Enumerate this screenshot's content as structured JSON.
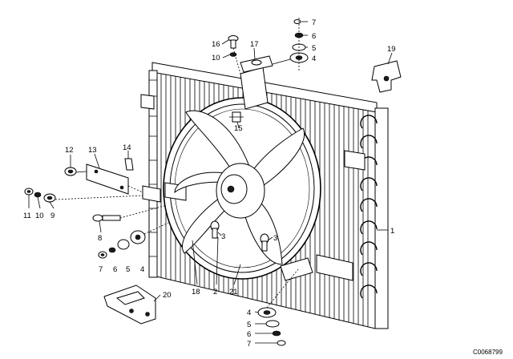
{
  "diagram": {
    "callouts": [
      {
        "id": "c-7-top",
        "text": "7"
      },
      {
        "id": "c-6-top",
        "text": "6"
      },
      {
        "id": "c-5-top",
        "text": "5"
      },
      {
        "id": "c-4-top",
        "text": "4"
      },
      {
        "id": "c-16",
        "text": "16"
      },
      {
        "id": "c-17",
        "text": "17"
      },
      {
        "id": "c-10-top",
        "text": "10"
      },
      {
        "id": "c-19",
        "text": "19"
      },
      {
        "id": "c-15",
        "text": "15"
      },
      {
        "id": "c-12",
        "text": "12"
      },
      {
        "id": "c-13",
        "text": "13"
      },
      {
        "id": "c-14",
        "text": "14"
      },
      {
        "id": "c-11",
        "text": "11"
      },
      {
        "id": "c-10-left",
        "text": "10"
      },
      {
        "id": "c-9",
        "text": "9"
      },
      {
        "id": "c-8",
        "text": "8"
      },
      {
        "id": "c-7-left",
        "text": "7"
      },
      {
        "id": "c-6-left",
        "text": "6"
      },
      {
        "id": "c-5-left",
        "text": "5"
      },
      {
        "id": "c-4-left",
        "text": "4"
      },
      {
        "id": "c-3-a",
        "text": "3"
      },
      {
        "id": "c-3-b",
        "text": "3"
      },
      {
        "id": "c-1",
        "text": "1"
      },
      {
        "id": "c-18",
        "text": "18"
      },
      {
        "id": "c-2",
        "text": "2"
      },
      {
        "id": "c-21",
        "text": "21"
      },
      {
        "id": "c-20",
        "text": "20"
      },
      {
        "id": "c-4-bottom",
        "text": "4"
      },
      {
        "id": "c-5-bottom",
        "text": "5"
      },
      {
        "id": "c-6-bottom",
        "text": "6"
      },
      {
        "id": "c-7-bottom",
        "text": "7"
      }
    ],
    "image_code": "C0068799"
  }
}
